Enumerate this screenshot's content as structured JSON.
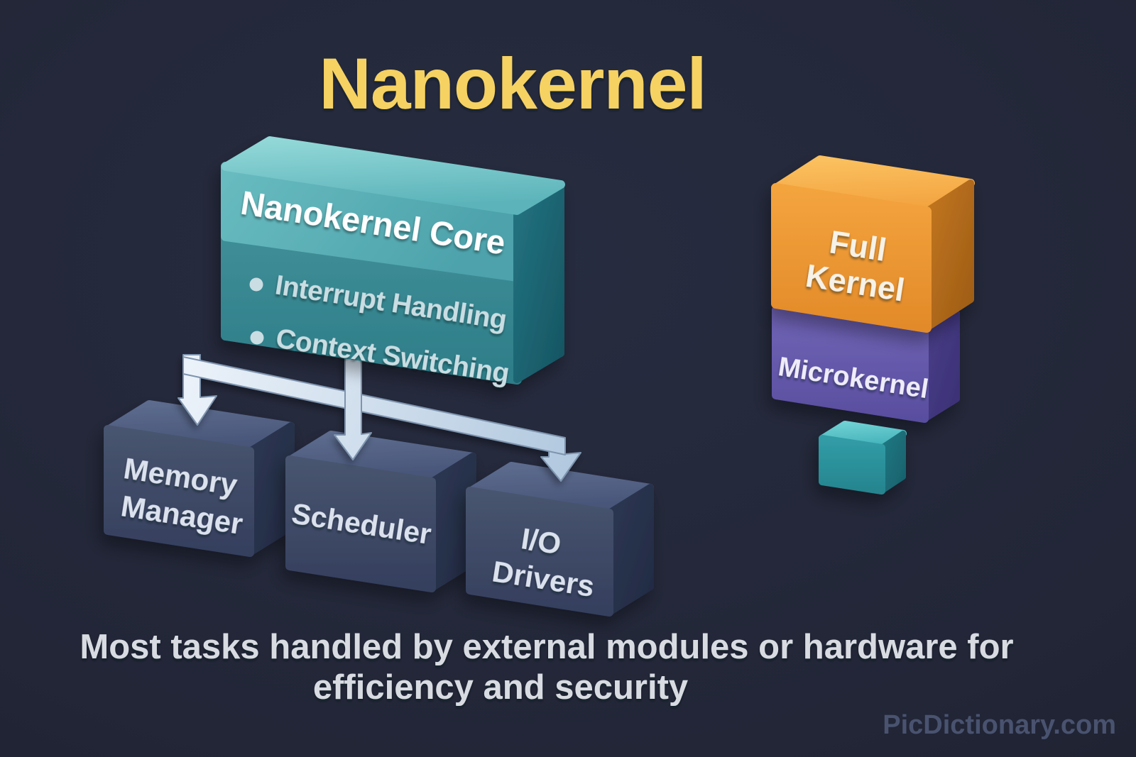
{
  "title": "Nanokernel",
  "core": {
    "heading": "Nanokernel Core",
    "bullet_glyph": "•",
    "bullets": [
      "Interrupt Handling",
      "Context Switching"
    ]
  },
  "modules": {
    "memory": {
      "line1": "Memory",
      "line2": "Manager"
    },
    "scheduler": {
      "label": "Scheduler"
    },
    "io": {
      "line1": "I/O",
      "line2": "Drivers"
    }
  },
  "comparison": {
    "full_kernel": {
      "line1": "Full",
      "line2": "Kernel"
    },
    "microkernel": {
      "label": "Microkernel"
    }
  },
  "caption": {
    "line1": "Most tasks handled by external modules or hardware for",
    "line2": "efficiency and security"
  },
  "watermark": "PicDictionary.com",
  "colors": {
    "background": "#222637",
    "title_yellow": "#f6d263",
    "core_teal": "#3a8a93",
    "module_navy": "#43506e",
    "full_kernel_orange": "#f09a38",
    "microkernel_purple": "#6a5fae",
    "nanokernel_teal": "#2f9aa3",
    "arrow_light_blue": "#cfdff0",
    "caption_gray": "#d8dce2",
    "watermark_gray": "#49536f"
  }
}
